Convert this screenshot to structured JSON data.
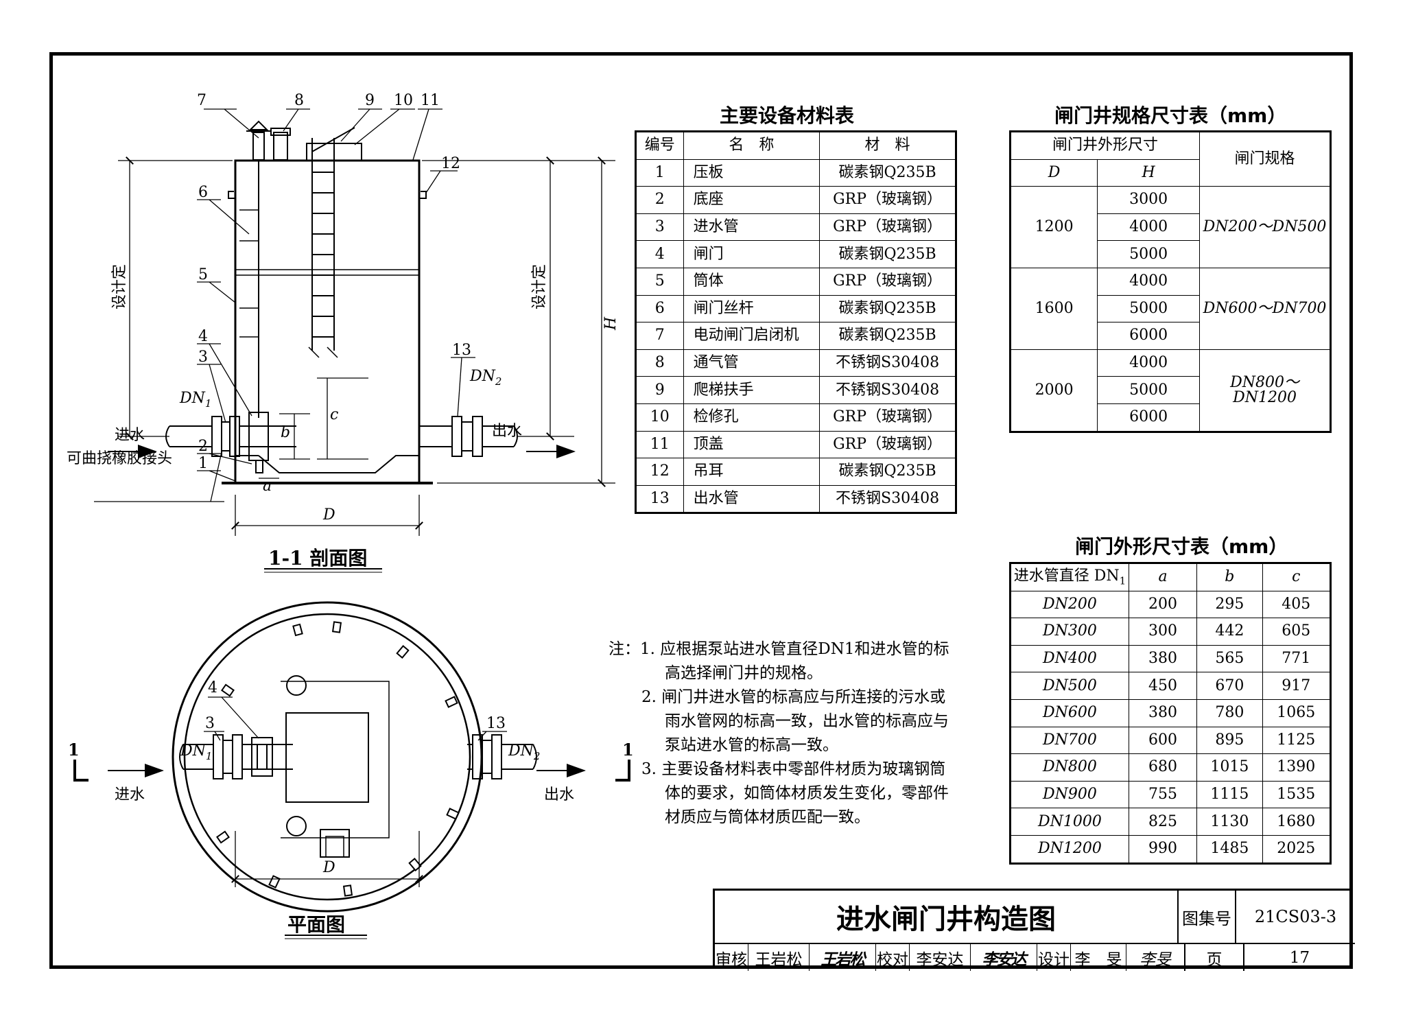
{
  "drawing": {
    "section_title": "1-1 剖面图",
    "plan_title": "平面图",
    "inlet_label": "进水",
    "outlet_label": "出水",
    "joint_label": "可曲挠橡胶接头",
    "design_label": "设计定",
    "dn1": "DN",
    "dn2": "DN",
    "dn1_sub": "1",
    "dn2_sub": "2",
    "dim_D": "D",
    "dim_H": "H",
    "dim_a": "a",
    "dim_b": "b",
    "dim_c": "c",
    "section_mark": "1",
    "callouts": [
      "1",
      "2",
      "3",
      "4",
      "5",
      "6",
      "7",
      "8",
      "9",
      "10",
      "11",
      "12",
      "13"
    ]
  },
  "materials_table": {
    "title": "主要设备材料表",
    "headers": [
      "编号",
      "名　称",
      "材　料"
    ],
    "rows": [
      [
        "1",
        "压板",
        "碳素钢Q235B"
      ],
      [
        "2",
        "底座",
        "GRP（玻璃钢）"
      ],
      [
        "3",
        "进水管",
        "GRP（玻璃钢）"
      ],
      [
        "4",
        "闸门",
        "碳素钢Q235B"
      ],
      [
        "5",
        "筒体",
        "GRP（玻璃钢）"
      ],
      [
        "6",
        "闸门丝杆",
        "碳素钢Q235B"
      ],
      [
        "7",
        "电动闸门启闭机",
        "碳素钢Q235B"
      ],
      [
        "8",
        "通气管",
        "不锈钢S30408"
      ],
      [
        "9",
        "爬梯扶手",
        "不锈钢S30408"
      ],
      [
        "10",
        "检修孔",
        "GRP（玻璃钢）"
      ],
      [
        "11",
        "顶盖",
        "GRP（玻璃钢）"
      ],
      [
        "12",
        "吊耳",
        "碳素钢Q235B"
      ],
      [
        "13",
        "出水管",
        "不锈钢S30408"
      ]
    ]
  },
  "well_table": {
    "title": "闸门井规格尺寸表（mm）",
    "group_header": "闸门井外形尺寸",
    "spec_header": "闸门规格",
    "col_D": "D",
    "col_H": "H",
    "groups": [
      {
        "D": "1200",
        "H": [
          "3000",
          "4000",
          "5000"
        ],
        "spec": "DN200～DN500"
      },
      {
        "D": "1600",
        "H": [
          "4000",
          "5000",
          "6000"
        ],
        "spec": "DN600～DN700"
      },
      {
        "D": "2000",
        "H": [
          "4000",
          "5000",
          "6000"
        ],
        "spec": "DN800～DN1200"
      }
    ]
  },
  "gate_table": {
    "title": "闸门外形尺寸表（mm）",
    "headers": [
      "进水管直径 DN",
      "a",
      "b",
      "c"
    ],
    "header_sub": "1",
    "rows": [
      [
        "DN200",
        "200",
        "295",
        "405"
      ],
      [
        "DN300",
        "300",
        "442",
        "605"
      ],
      [
        "DN400",
        "380",
        "565",
        "771"
      ],
      [
        "DN500",
        "450",
        "670",
        "917"
      ],
      [
        "DN600",
        "380",
        "780",
        "1065"
      ],
      [
        "DN700",
        "600",
        "895",
        "1125"
      ],
      [
        "DN800",
        "680",
        "1015",
        "1390"
      ],
      [
        "DN900",
        "755",
        "1115",
        "1535"
      ],
      [
        "DN1000",
        "825",
        "1130",
        "1680"
      ],
      [
        "DN1200",
        "990",
        "1485",
        "2025"
      ]
    ]
  },
  "notes": {
    "lines": [
      "注：1. 应根据泵站进水管直径DN1和进水管的标",
      "高选择闸门井的规格。",
      "2. 闸门井进水管的标高应与所连接的污水或",
      "雨水管网的标高一致，出水管的标高应与",
      "泵站进水管的标高一致。",
      "3. 主要设备材料表中零部件材质为玻璃钢筒",
      "体的要求，如筒体材质发生变化，零部件",
      "材质应与筒体材质匹配一致。"
    ]
  },
  "title_block": {
    "title": "进水闸门井构造图",
    "atlas_label": "图集号",
    "atlas_no": "21CS03-3",
    "review_label": "审核",
    "reviewer": "王岩松",
    "reviewer_sig": "王岩松",
    "check_label": "校对",
    "checker": "李安达",
    "checker_sig": "李安达",
    "design_label": "设计",
    "designer": "李　旻",
    "designer_sig": "李旻",
    "page_label": "页",
    "page_no": "17"
  }
}
